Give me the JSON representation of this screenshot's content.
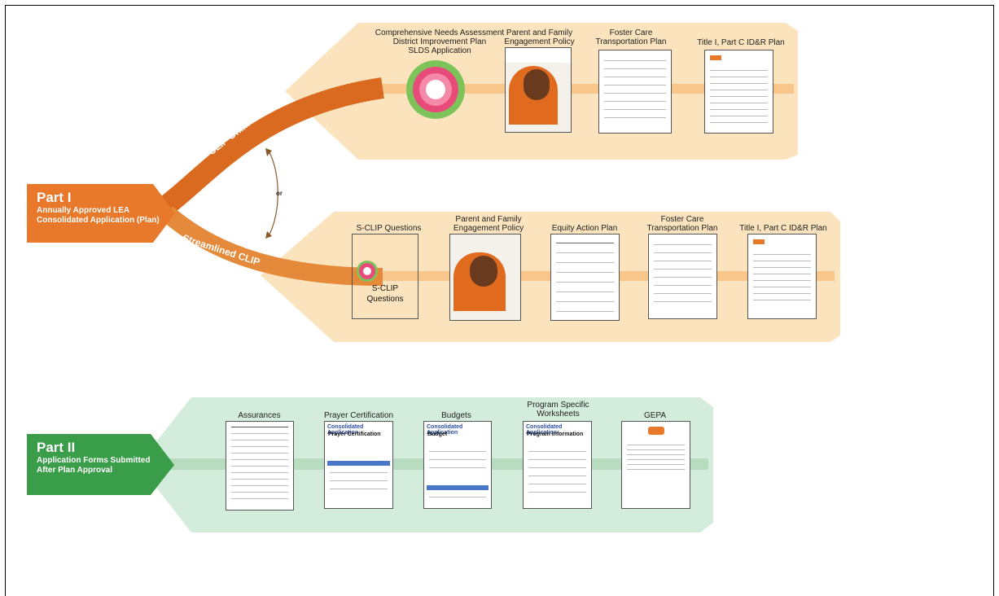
{
  "colors": {
    "orange_band": "#fbe3bd",
    "orange_dark": "#e07a2a",
    "orange_accent": "#f08a1e",
    "green_band": "#d4ecdb",
    "green_dark": "#3a9d4a"
  },
  "part1": {
    "title": "Part I",
    "subtitle_line1": "Annually Approved LEA",
    "subtitle_line2": "Consolidated Application (Plan)"
  },
  "part2": {
    "title": "Part II",
    "subtitle_line1": "Application Forms Submitted",
    "subtitle_line2": "After Plan Approval"
  },
  "branches": {
    "online": "CLIP Online",
    "streamlined": "Streamlined CLIP",
    "or": "or"
  },
  "online_docs": {
    "cna_line1": "Comprehensive Needs Assessment",
    "cna_line2": "District Improvement Plan",
    "cna_line3": "SLDS Application",
    "pfe_line1": "Parent and Family",
    "pfe_line2": "Engagement Policy",
    "foster_line1": "Foster Care",
    "foster_line2": "Transportation Plan",
    "title1": "Title I, Part C ID&R Plan"
  },
  "streamlined_docs": {
    "sclip": "S-CLIP Questions",
    "sclip_card_line1": "S-CLIP",
    "sclip_card_line2": "Questions",
    "pfe_line1": "Parent and Family",
    "pfe_line2": "Engagement Policy",
    "equity": "Equity Action Plan",
    "foster_line1": "Foster Care",
    "foster_line2": "Transportation Plan",
    "title1": "Title I, Part C ID&R Plan"
  },
  "part2_docs": {
    "assurances": "Assurances",
    "prayer": "Prayer Certification",
    "budgets": "Budgets",
    "psw_line1": "Program Specific",
    "psw_line2": "Worksheets",
    "gepa": "GEPA",
    "form_header": "Consolidated Application",
    "prayer_form_title": "Prayer Certification",
    "budget_form_title": "Budget",
    "program_form_title": "Program Information"
  }
}
